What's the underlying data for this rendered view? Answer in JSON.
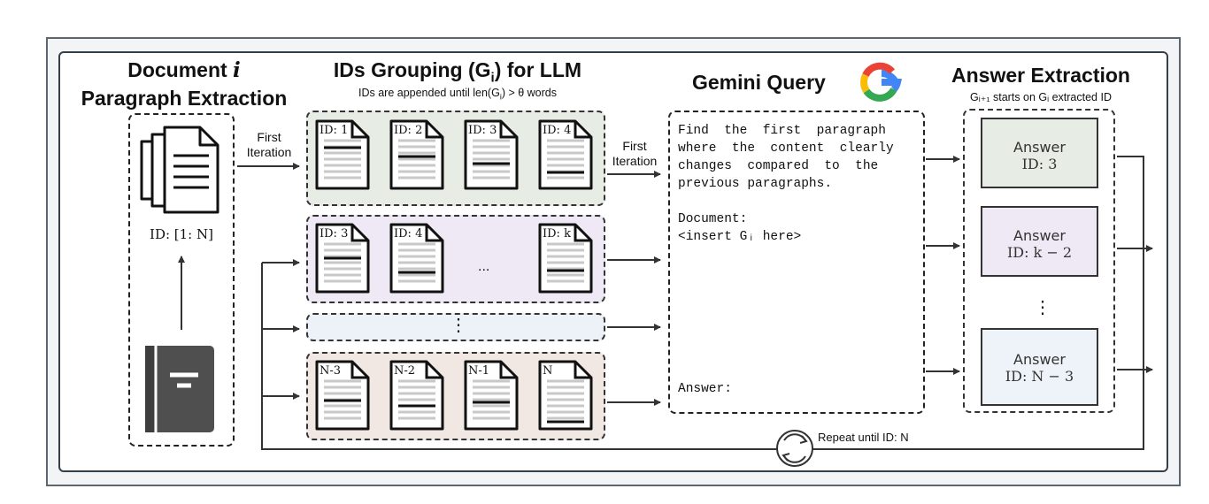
{
  "col1": {
    "title_line1": "Document",
    "title_var": "i",
    "title_line2": "Paragraph Extraction",
    "id_range": "ID: [1: N]"
  },
  "col2": {
    "title": "IDs Grouping (G",
    "title_sub": "i",
    "title_end": ") for LLM",
    "subtitle_a": "IDs are appended until len(G",
    "subtitle_sub": "i",
    "subtitle_b": ") > θ words",
    "first_iteration_l1": "First",
    "first_iteration_l2": "Iteration",
    "row1_ids": [
      "ID: 1",
      "ID: 2",
      "ID: 3",
      "ID: 4"
    ],
    "row2_ids": [
      "ID: 3",
      "ID: 4",
      "ID: k"
    ],
    "row2_ellipsis": "...",
    "row3_dots": "⋮",
    "row4_ids": [
      "N-3",
      "N-2",
      "N-1",
      "N"
    ]
  },
  "col3": {
    "title": "Gemini Query",
    "first_iteration_l1": "First",
    "first_iteration_l2": "Iteration",
    "prompt": [
      "Find  the  first  paragraph",
      "where  the  content  clearly",
      "changes  compared  to  the",
      "previous paragraphs.",
      "",
      "Document:",
      "<insert Gᵢ here>"
    ],
    "answer_label": "Answer:"
  },
  "col4": {
    "title": "Answer Extraction",
    "subtitle": "Gᵢ₊₁ starts on Gᵢ extracted ID",
    "answers": [
      {
        "label": "Answer",
        "id": "ID: 3"
      },
      {
        "label": "Answer",
        "id": "ID:  k − 2"
      },
      {
        "label": "Answer",
        "id": "ID: N − 3"
      }
    ],
    "dots": "⋮"
  },
  "loop": {
    "label": "Repeat until ID: N"
  },
  "colors": {
    "row1": "#e7ede5",
    "row2": "#eee9f5",
    "row3": "#edf2f8",
    "row4": "#f1e7e3",
    "ans1": "#e7ede5",
    "ans2": "#eee9f5",
    "ans3": "#eef3f9",
    "book": "#4f4f4f",
    "google_blue": "#4285F4",
    "google_red": "#EA4335",
    "google_yellow": "#FBBC05",
    "google_green": "#34A853"
  }
}
